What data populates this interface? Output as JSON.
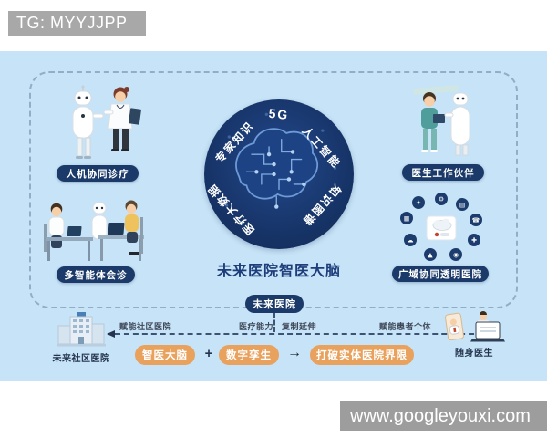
{
  "watermark_top": {
    "text": "TG: MYYJJPP"
  },
  "watermark_bottom": {
    "text": "www.googleyouxi.com"
  },
  "colors": {
    "canvas_blue": "#c7e3f7",
    "navy_pill": "#1b3a69",
    "circle_navy": "#173468",
    "orange_pill": "#e9a15e",
    "dashed_border": "#92adc6"
  },
  "brain_circle": {
    "label_top": "5G",
    "label_top_left": "专家知识",
    "label_top_right": "人工智能",
    "label_bottom_left": "医疗大数据",
    "label_bottom_right": "知识图谱",
    "caption": "未来医院智医大脑"
  },
  "quadrants": {
    "top_left": {
      "label": "人机协同诊疗"
    },
    "bottom_left": {
      "label": "多智能体会诊"
    },
    "top_right": {
      "label": "医生工作伙伴"
    },
    "bottom_right": {
      "label": "广域协同透明医院"
    }
  },
  "ring_icons": [
    {
      "name": "gear-icon",
      "glyph": "⚙"
    },
    {
      "name": "monitor-icon",
      "glyph": "▤"
    },
    {
      "name": "phone-icon",
      "glyph": "☎"
    },
    {
      "name": "medical-cross-icon",
      "glyph": "✚"
    },
    {
      "name": "target-icon",
      "glyph": "◉"
    },
    {
      "name": "alert-icon",
      "glyph": "▲"
    },
    {
      "name": "cloud-icon",
      "glyph": "☁"
    },
    {
      "name": "chart-icon",
      "glyph": "▦"
    },
    {
      "name": "star-icon",
      "glyph": "✦"
    }
  ],
  "flow": {
    "badge": "未来医院",
    "left_node_caption": "未来社区医院",
    "right_node_caption": "随身医生",
    "arrow_labels": [
      "赋能社区医院",
      "医疗能力",
      "复制延伸",
      "赋能患者个体"
    ],
    "formula": {
      "a": "智医大脑",
      "plus": "+",
      "b": "数字孪生",
      "arrow": "→",
      "result": "打破实体医院界限"
    }
  }
}
